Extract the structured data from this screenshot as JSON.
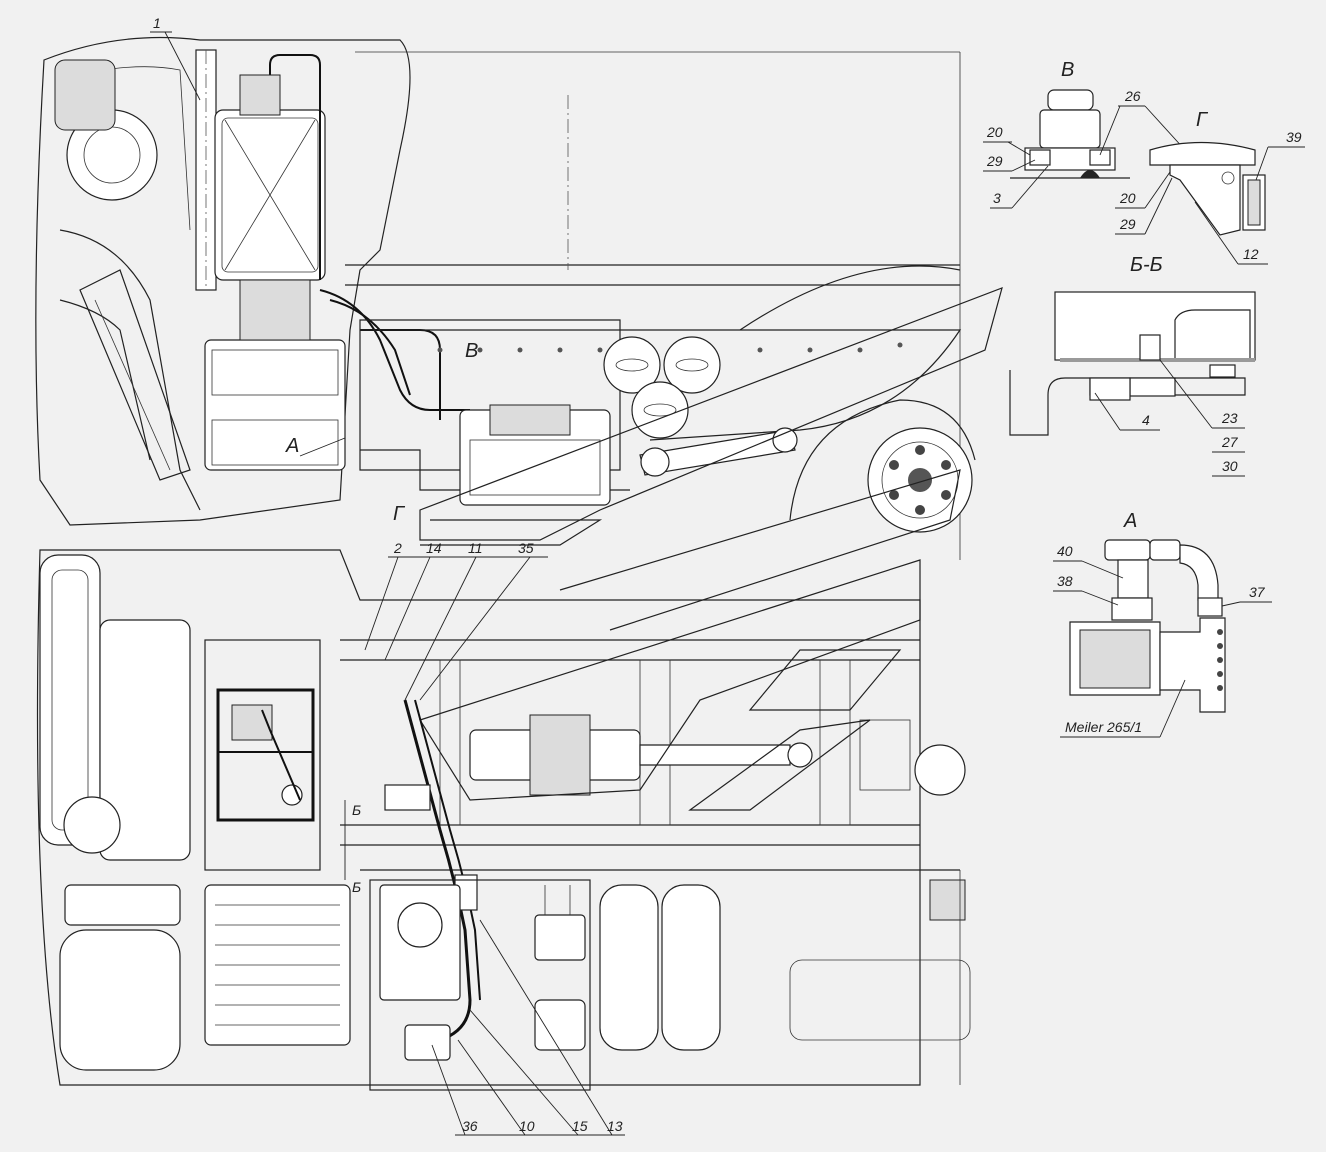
{
  "views": {
    "v": "В",
    "g": "Г",
    "bb": "Б-Б",
    "a": "А"
  },
  "main_marks": {
    "a": "А",
    "v": "В",
    "g": "Г",
    "b_upper": "Б",
    "b_lower": "Б"
  },
  "callouts": {
    "c1": "1",
    "c2": "2",
    "c3": "3",
    "c4": "4",
    "c10": "10",
    "c11": "11",
    "c12": "12",
    "c13": "13",
    "c14": "14",
    "c15": "15",
    "c20a": "20",
    "c20b": "20",
    "c23": "23",
    "c26": "26",
    "c27": "27",
    "c29a": "29",
    "c29b": "29",
    "c30": "30",
    "c35": "35",
    "c36": "36",
    "c37": "37",
    "c38": "38",
    "c39": "39",
    "c40": "40"
  },
  "heater_label": "Meiler 265/1",
  "colors": {
    "background": "#f1f1f1",
    "line": "#222222"
  }
}
